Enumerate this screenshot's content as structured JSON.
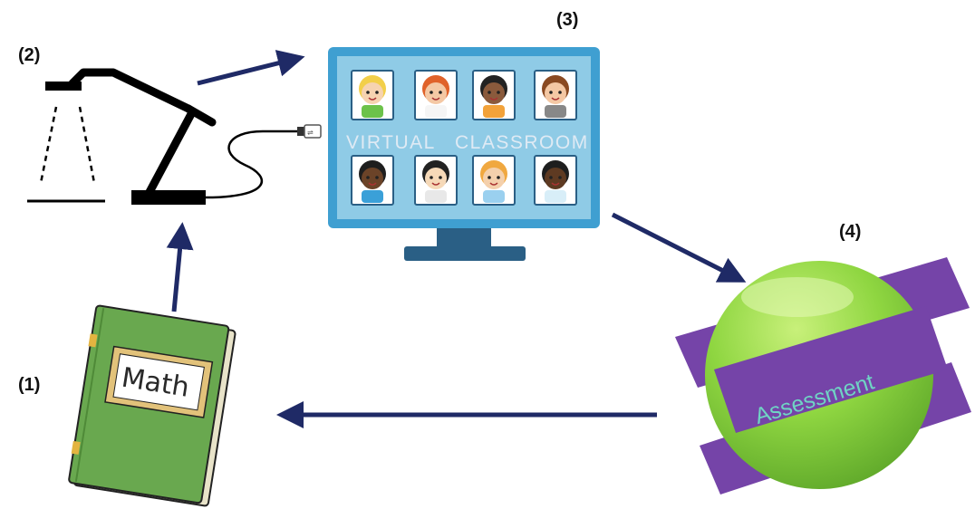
{
  "steps": [
    {
      "label": "(1)",
      "item": "math-book"
    },
    {
      "label": "(2)",
      "item": "document-camera"
    },
    {
      "label": "(3)",
      "item": "virtual-classroom-monitor"
    },
    {
      "label": "(4)",
      "item": "assessment-badge"
    }
  ],
  "book": {
    "title": "Math"
  },
  "monitor": {
    "caption_left": "VIRTUAL",
    "caption_right": "CLASSROOM"
  },
  "assessment": {
    "label": "Assessment"
  },
  "colors": {
    "arrow": "#1f2a66",
    "monitor_frame": "#3f9fd1",
    "monitor_screen": "#8fcbe6",
    "monitor_stand": "#2a5f85",
    "book_cover": "#69a84f",
    "assessment_band": "#7544a8",
    "assessment_circle": "#8fd641"
  },
  "icons": [
    "document-camera-icon",
    "usb-cable-icon",
    "student-avatar-icon",
    "book-icon",
    "assessment-badge-icon"
  ]
}
